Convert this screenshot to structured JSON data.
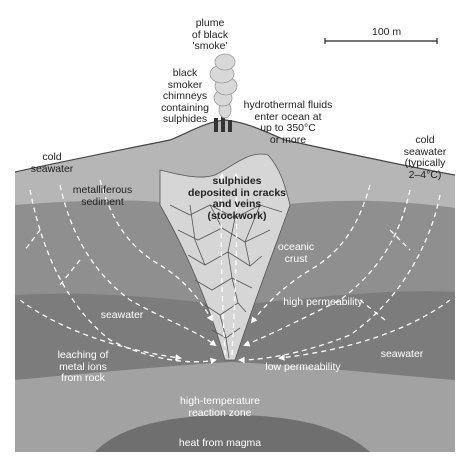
{
  "scale_bar": {
    "label": "100 m"
  },
  "labels": {
    "plume": "plume\nof black\n'smoke'",
    "chimneys": "black\nsmoker\nchimneys\ncontaining\nsulphides",
    "hydrothermal": "hydrothermal fluids\nenter ocean at\nup to 350°C\nor more",
    "cold_left": "cold\nseawater",
    "cold_right": "cold\nseawater\n(typically\n2–4°C)",
    "metalliferous": "metalliferous\nsediment",
    "sulphides": "sulphides\ndeposited in cracks\nand veins\n(stockwork)",
    "oceanic_crust": "oceanic\ncrust",
    "high_perm": "high permeability",
    "seawater_left": "seawater",
    "seawater_right": "seawater",
    "low_perm": "low permeability",
    "leaching": "leaching of\nmetal ions\nfrom rock",
    "reaction_zone": "high-temperature\nreaction zone",
    "magma": "heat from magma"
  },
  "colors": {
    "sky": "#ffffff",
    "sediment": "#b5b5b5",
    "upper_crust": "#8e8e8e",
    "mid_crust": "#7a7a7a",
    "lower_crust": "#9c9c9c",
    "magma": "#6e6e6e",
    "stockwork": "#d8d8d8",
    "arrows": "#ffffff"
  }
}
